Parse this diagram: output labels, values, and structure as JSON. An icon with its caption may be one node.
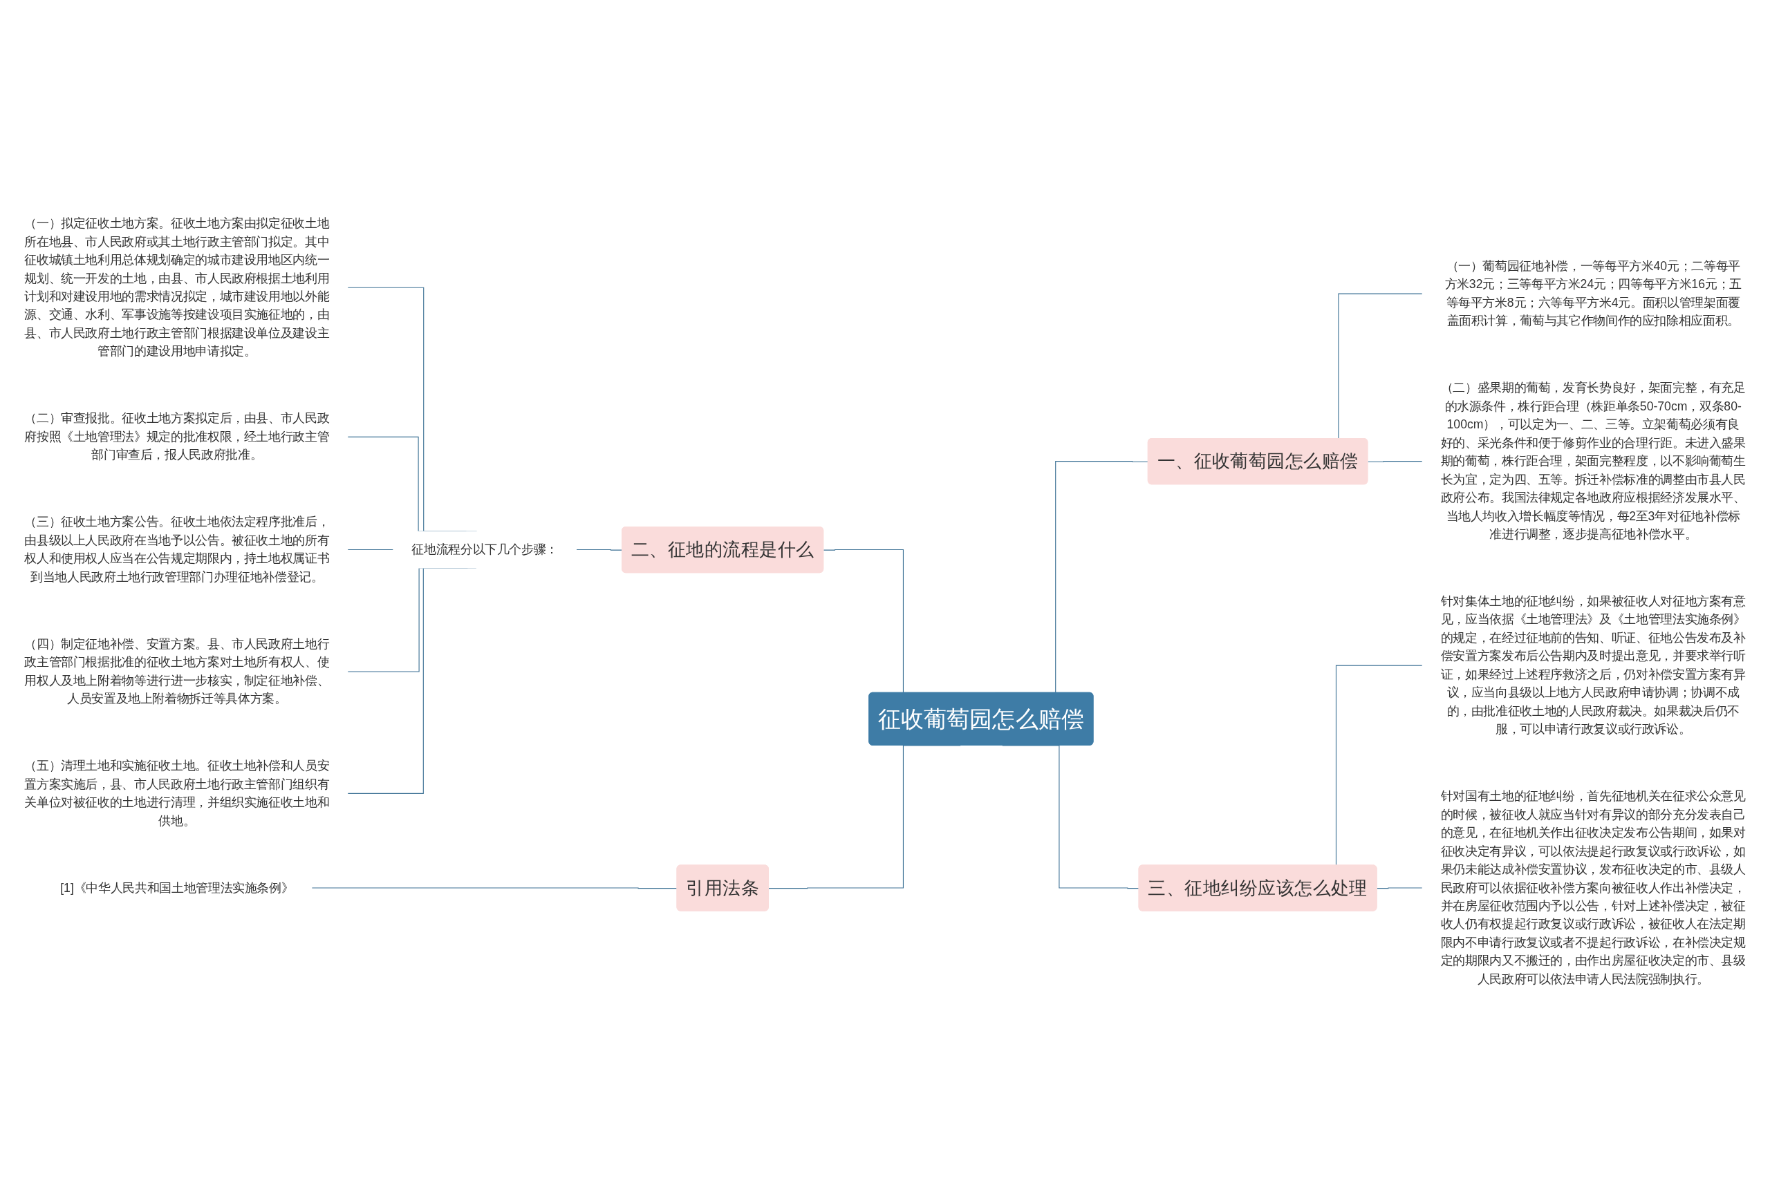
{
  "diagram": {
    "nodes": [
      {
        "text": [
          "征收葡萄园怎么赔偿"
        ]
      },
      {
        "text": [
          "一、征收葡萄园怎么赔偿"
        ]
      },
      {
        "text": [
          "（一）葡萄园征地补偿，一等每平方米40元；二等每平方米32元；三等每平方米24元；四等每平方米16元；五等每平方米8元；六等每平方米4元。面积以管理架面覆盖面积计算，葡萄与其它作物间作的应扣除相应面积。"
        ]
      },
      {
        "text": [
          "（二）盛果期的葡萄，发育长势良好，架面完整，有充足的水源条件，株行距合理（株距单条50-70cm，双条80-100cm），可以定为一、二、三等。立架葡萄必须有良好的、采光条件和便于修剪作业的合理行距。未进入盛果期的葡萄，株行距合理，架面完整程度，以不影响葡萄生长为宜，定为四、五等。拆迁补偿标准的调整由市县人民政府公布。我国法律规定各地政府应根据经济发展水平、当地人均收入增长幅度等情况，每2至3年对征地补偿标准进行调整，逐步提高征地补偿水平。"
        ]
      },
      {
        "text": [
          "三、征地纠纷应该怎么处理"
        ]
      },
      {
        "text": [
          "针对集体土地的征地纠纷，如果被征收人对征地方案有意见，应当依据《土地管理法》及《土地管理法实施条例》的规定，在经过征地前的告知、听证、征地公告发布及补偿安置方案发布后公告期内及时提出意见，并要求举行听证，如果经过上述程序救济之后，仍对补偿安置方案有异议，应当向县级以上地方人民政府申请协调；协调不成的，由批准征收土地的人民政府裁决。如果裁决后仍不服，可以申请行政复议或行政诉讼。"
        ]
      },
      {
        "text": [
          "针对国有土地的征地纠纷，首先征地机关在征求公众意见的时候，被征收人就应当针对有异议的部分充分发表自己的意见，在征地机关作出征收决定发布公告期间，如果对征收决定有异议，可以依法提起行政复议或行政诉讼，如果仍未能达成补偿安置协议，发布征收决定的市、县级人民政府可以依据征收补偿方案向被征收人作出补偿决定，并在房屋征收范围内予以公告，针对上述补偿决定，被征收人仍有权提起行政复议或行政诉讼，被征收人在法定期限内不申请行政复议或者不提起行政诉讼，在补偿决定规定的期限内又不搬迁的，由作出房屋征收决定的市、县级人民政府可以依法申请人民法院强制执行。"
        ]
      },
      {
        "text": [
          "二、征地的流程是什么"
        ]
      },
      {
        "text": [
          "征地流程分以下几个步骤："
        ]
      },
      {
        "text": [
          "（一）拟定征收土地方案。征收土地方案由拟定征收土地所在地县、市人民政府或其土地行政主管部门拟定。其中征收城镇土地利用总体规划确定的城市建设用地区内统一规划、统一开发的土地，由县、市人民政府根据土地利用计划和对建设用地的需求情况拟定，城市建设用地以外能源、交通、水利、军事设施等按建设项目实施征地的，由县、市人民政府土地行政主管部门根据建设单位及建设主管部门的建设用地申请拟定。"
        ]
      },
      {
        "text": [
          "（二）审查报批。征收土地方案拟定后，由县、市人民政府按照《土地管理法》规定的批准权限，经土地行政主管部门审查后，报人民政府批准。"
        ]
      },
      {
        "text": [
          "（三）征收土地方案公告。征收土地依法定程序批准后，由县级以上人民政府在当地予以公告。被征收土地的所有权人和使用权人应当在公告规定期限内，持土地权属证书到当地人民政府土地行政管理部门办理征地补偿登记。"
        ]
      },
      {
        "text": [
          "（四）制定征地补偿、安置方案。县、市人民政府土地行政主管部门根据批准的征收土地方案对土地所有权人、使用权人及地上附着物等进行进一步核实，制定征地补偿、人员安置及地上附着物拆迁等具体方案。"
        ]
      },
      {
        "text": [
          "（五）清理土地和实施征收土地。征收土地补偿和人员安置方案实施后，县、市人民政府土地行政主管部门组织有关单位对被征收的土地进行清理，并组织实施征收土地和供地。"
        ]
      },
      {
        "text": [
          "引用法条"
        ]
      },
      {
        "text": [
          "[1]《中华人民共和国土地管理法实施条例》"
        ]
      }
    ],
    "edges": [
      {
        "from": 9,
        "to": 8,
        "arrow": "none"
      },
      {
        "from": 10,
        "to": 8,
        "arrow": "none"
      },
      {
        "from": 11,
        "to": 8,
        "arrow": "none"
      },
      {
        "from": 12,
        "to": 8,
        "arrow": "none"
      },
      {
        "from": 13,
        "to": 8,
        "arrow": "none"
      },
      {
        "from": 8,
        "to": 7,
        "arrow": "none"
      },
      {
        "from": 7,
        "to": 0,
        "arrow": "none"
      },
      {
        "from": 15,
        "to": 14,
        "arrow": "none"
      },
      {
        "from": 14,
        "to": 0,
        "arrow": "none"
      },
      {
        "from": 0,
        "to": 1,
        "arrow": "none"
      },
      {
        "from": 1,
        "to": 2,
        "arrow": "none"
      },
      {
        "from": 1,
        "to": 3,
        "arrow": "none"
      },
      {
        "from": 0,
        "to": 4,
        "arrow": "none"
      },
      {
        "from": 4,
        "to": 5,
        "arrow": "none"
      },
      {
        "from": 4,
        "to": 6,
        "arrow": "none"
      }
    ]
  }
}
